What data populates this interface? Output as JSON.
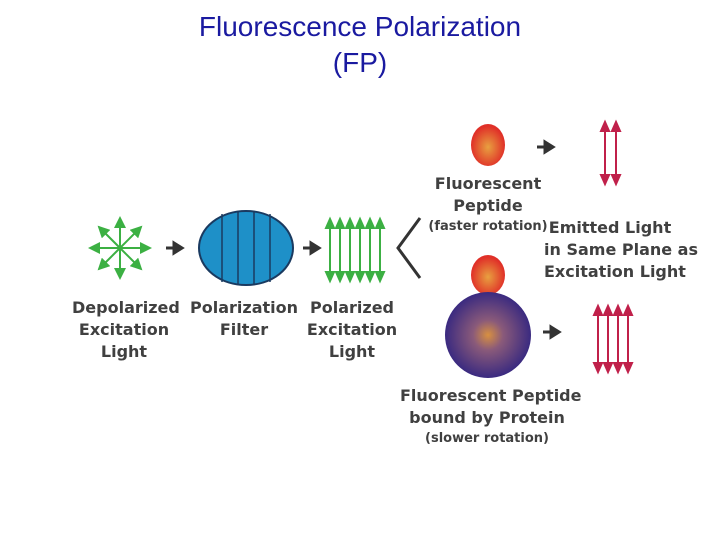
{
  "title": {
    "line1": "Fluorescence Polarization",
    "line2": "(FP)"
  },
  "labels": {
    "depolarized": [
      "Depolarized",
      "Excitation",
      "Light"
    ],
    "filter": [
      "Polarization",
      "Filter"
    ],
    "polarized": [
      "Polarized",
      "Excitation",
      "Light"
    ],
    "peptide": [
      "Fluorescent",
      "Peptide",
      "(faster rotation)"
    ],
    "emitted": [
      "Emitted Light",
      "in Same Plane as",
      "Excitation Light"
    ],
    "bound": [
      "Fluorescent Peptide",
      "bound by Protein",
      "(slower rotation)"
    ]
  },
  "colors": {
    "title": "#1a1aa0",
    "green": "#3cb043",
    "filter_blue": "#1e90c8",
    "red_arrow": "#c0204a",
    "text": "#404040",
    "peptide": "#e05030",
    "protein": "#4a3a8a"
  }
}
